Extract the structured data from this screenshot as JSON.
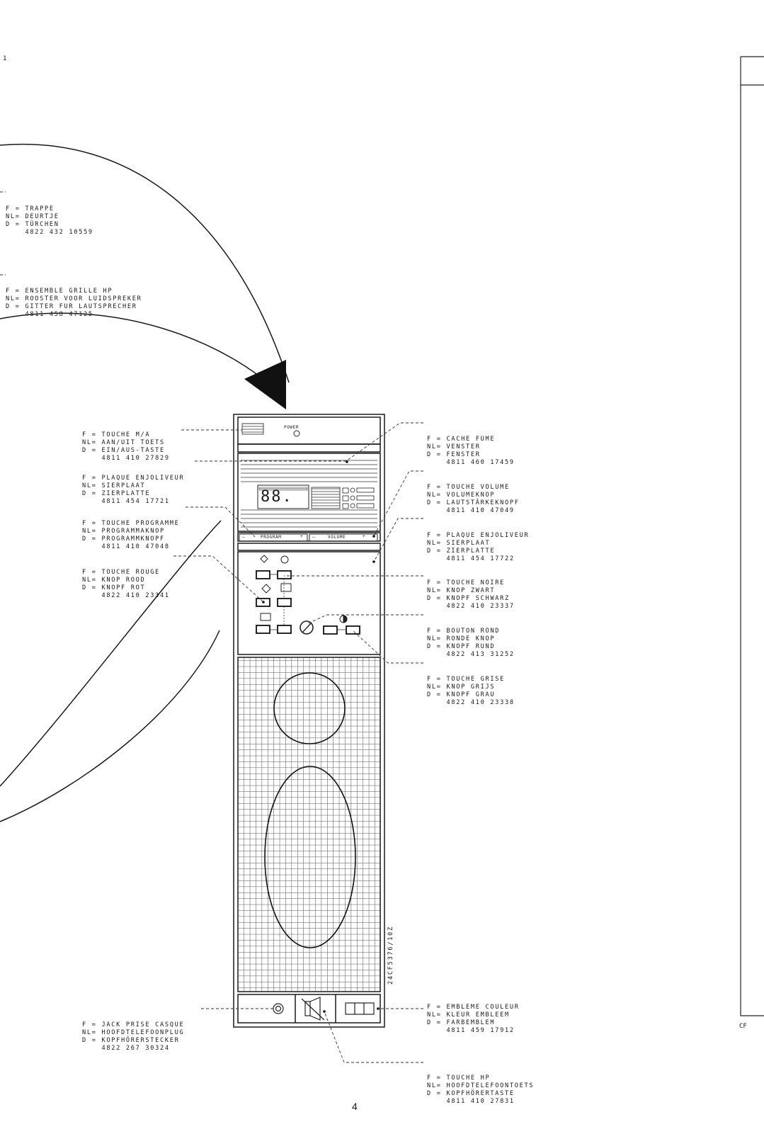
{
  "page": {
    "number": "4",
    "corner_mark": "1",
    "right_edge_text": "CF"
  },
  "device": {
    "model_code": "24CF5376/10Z",
    "power_label": "POWER",
    "display_digits": "88.",
    "program_label": "PROGRAM",
    "volume_label": "VOLUME",
    "minus": "—",
    "plus": "+"
  },
  "parts": [
    {
      "id": "trappe",
      "lines": [
        "F = TRAPPE",
        "NL= DEURTJE",
        "D = TÜRCHEN",
        "    4822 432 10559"
      ]
    },
    {
      "id": "grille",
      "lines": [
        "F = ENSEMBLE GRILLE HP",
        "NL= ROOSTER VOOR LUIDSPREKER",
        "D = GITTER FUR LAUTSPRECHER",
        "    4811 458 47125"
      ]
    },
    {
      "id": "power",
      "lines": [
        "F = TOUCHE M/A",
        "NL= AAN/UIT TOETS",
        "D = EIN/AUS-TASTE",
        "    4811 410 27829"
      ]
    },
    {
      "id": "plaque1",
      "lines": [
        "F = PLAQUE ENJOLIVEUR",
        "NL= SIERPLAAT",
        "D = ZIERPLATTE",
        "    4811 454 17721"
      ]
    },
    {
      "id": "programme",
      "lines": [
        "F = TOUCHE PROGRAMME",
        "NL= PROGRAMMAKNOP",
        "D = PROGRAMMKNOPF",
        "    4811 410 47048"
      ]
    },
    {
      "id": "rouge",
      "lines": [
        "F = TOUCHE ROUGE",
        "NL= KNOP ROOD",
        "D = KNOPF ROT",
        "    4822 410 23341"
      ]
    },
    {
      "id": "cache",
      "lines": [
        "F = CACHE FUME",
        "NL= VENSTER",
        "D = FENSTER",
        "    4811 460 17459"
      ]
    },
    {
      "id": "volume",
      "lines": [
        "F = TOUCHE VOLUME",
        "NL= VOLUMEKNOP",
        "D = LAUTSTÄRKEKNOPF",
        "    4811 410 47049"
      ]
    },
    {
      "id": "plaque2",
      "lines": [
        "F = PLAQUE ENJOLIVEUR",
        "NL= SIERPLAAT",
        "D = ZIERPLATTE",
        "    4811 454 17722"
      ]
    },
    {
      "id": "noire",
      "lines": [
        "F = TOUCHE NOIRE",
        "NL= KNOP ZWART",
        "D = KNOPF SCHWARZ",
        "    4822 410 23337"
      ]
    },
    {
      "id": "bouton",
      "lines": [
        "F = BOUTON ROND",
        "NL= RONDE KNOP",
        "D = KNOPF RUND",
        "    4822 413 31252"
      ]
    },
    {
      "id": "grise",
      "lines": [
        "F = TOUCHE GRISE",
        "NL= KNOP GRIJS",
        "D = KNOPF GRAU",
        "    4822 410 23338"
      ]
    },
    {
      "id": "embleme",
      "lines": [
        "F = EMBLEME COULEUR",
        "NL= KLEUR EMBLEEM",
        "D = FARBEMBLEM",
        "    4811 459 17912"
      ]
    },
    {
      "id": "jack",
      "lines": [
        "F = JACK PRISE CASQUE",
        "NL= HOOFDTELEFOONPLUG",
        "D = KOPFHÖRERSTECKER",
        "    4822 267 30324"
      ]
    },
    {
      "id": "hp",
      "lines": [
        "F = TOUCHE HP",
        "NL= HOOFDTELEFOONTOETS",
        "D = KOPFHÖRERTASTE",
        "    4811 410 27831"
      ]
    }
  ]
}
